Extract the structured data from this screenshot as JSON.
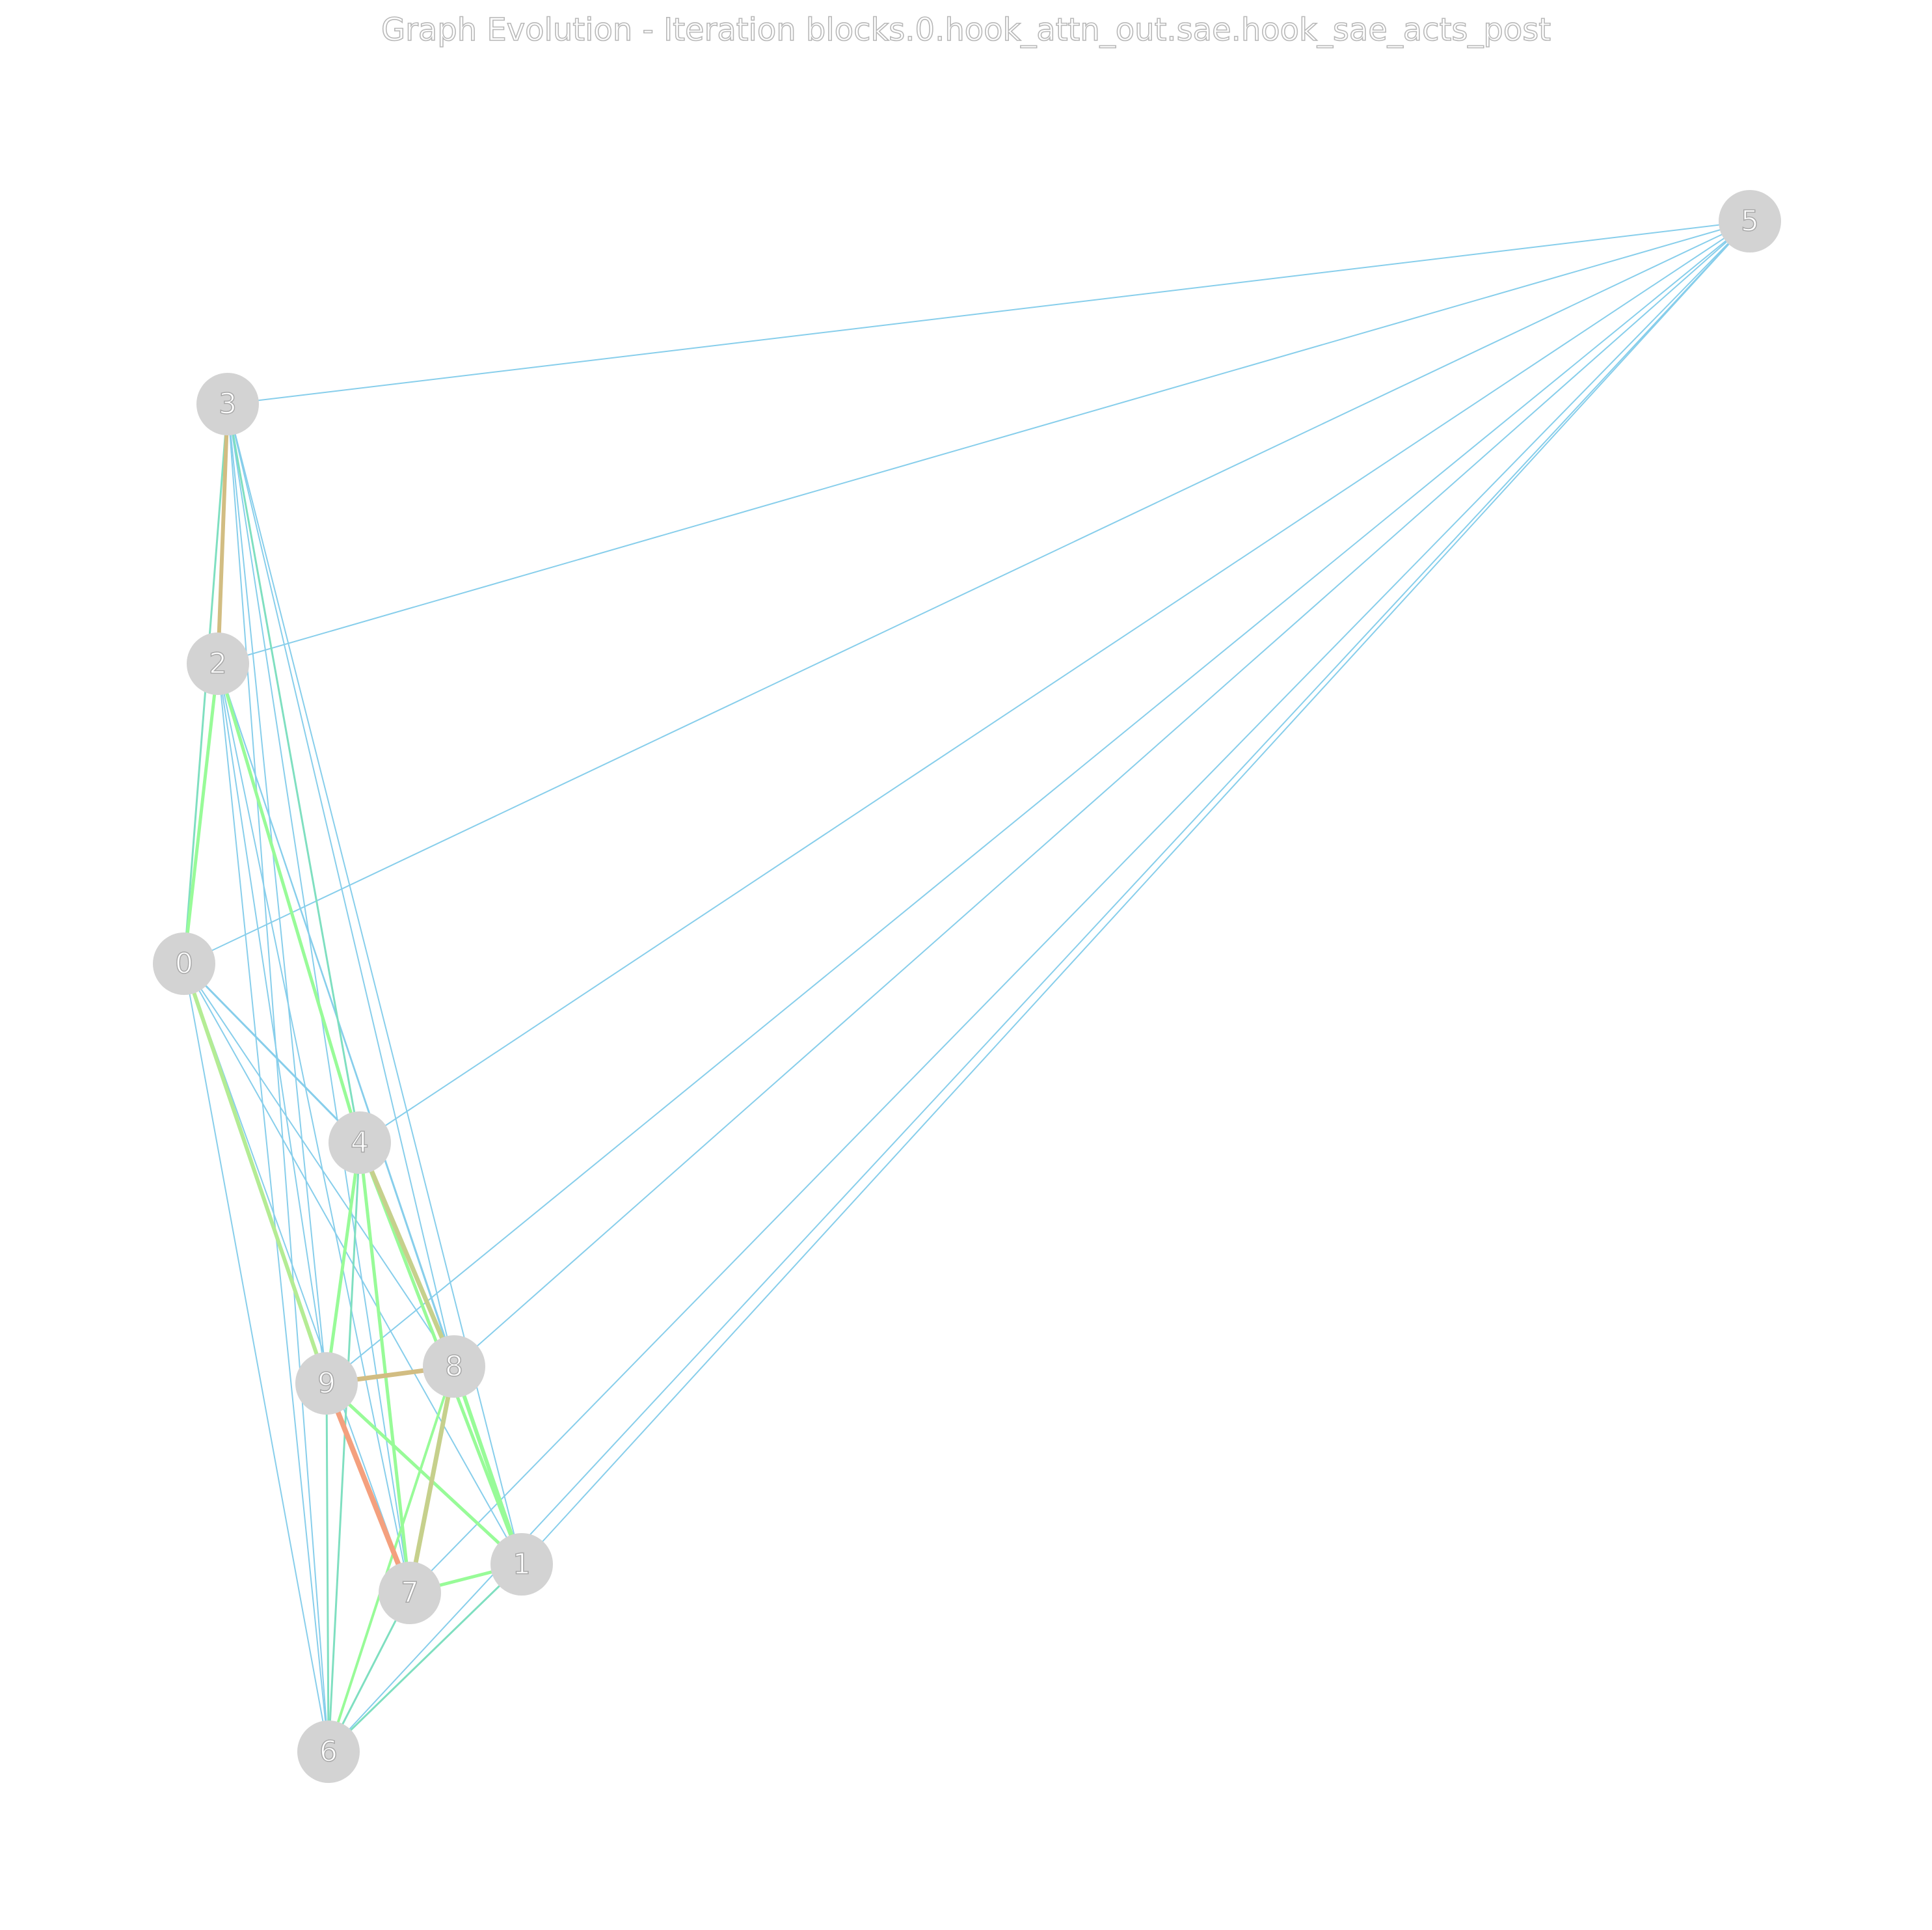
{
  "title": "Graph Evolution - Iteration blocks.0.hook_attn_out.sae.hook_sae_acts_post",
  "colors": {
    "background": "#ffffff",
    "node_fill": "#d3d3d3",
    "edge_weak": "#87ceeb",
    "edge_medium": "#98fb98",
    "edge_teal": "#7fdfc0",
    "edge_light_green": "#b4ec94",
    "edge_tan": "#d2bd82",
    "edge_olive": "#c6d08c",
    "edge_salmon": "#f4a07e"
  },
  "nodes": [
    {
      "id": "0",
      "label": "0"
    },
    {
      "id": "1",
      "label": "1"
    },
    {
      "id": "2",
      "label": "2"
    },
    {
      "id": "3",
      "label": "3"
    },
    {
      "id": "4",
      "label": "4"
    },
    {
      "id": "5",
      "label": "5"
    },
    {
      "id": "6",
      "label": "6"
    },
    {
      "id": "7",
      "label": "7"
    },
    {
      "id": "8",
      "label": "8"
    },
    {
      "id": "9",
      "label": "9"
    }
  ],
  "edges": [
    {
      "source": "5",
      "target": "3",
      "color": "edge_weak",
      "strength": 1
    },
    {
      "source": "5",
      "target": "2",
      "color": "edge_weak",
      "strength": 1
    },
    {
      "source": "5",
      "target": "0",
      "color": "edge_weak",
      "strength": 1
    },
    {
      "source": "5",
      "target": "4",
      "color": "edge_weak",
      "strength": 1
    },
    {
      "source": "5",
      "target": "9",
      "color": "edge_weak",
      "strength": 1
    },
    {
      "source": "5",
      "target": "8",
      "color": "edge_weak",
      "strength": 1
    },
    {
      "source": "5",
      "target": "7",
      "color": "edge_weak",
      "strength": 1
    },
    {
      "source": "5",
      "target": "1",
      "color": "edge_weak",
      "strength": 1
    },
    {
      "source": "5",
      "target": "6",
      "color": "edge_weak",
      "strength": 1
    },
    {
      "source": "3",
      "target": "2",
      "color": "edge_tan",
      "strength": 3
    },
    {
      "source": "3",
      "target": "0",
      "color": "edge_teal",
      "strength": 1.5
    },
    {
      "source": "3",
      "target": "4",
      "color": "edge_teal",
      "strength": 1.5
    },
    {
      "source": "3",
      "target": "9",
      "color": "edge_weak",
      "strength": 1
    },
    {
      "source": "3",
      "target": "8",
      "color": "edge_weak",
      "strength": 1
    },
    {
      "source": "3",
      "target": "7",
      "color": "edge_weak",
      "strength": 1
    },
    {
      "source": "3",
      "target": "1",
      "color": "edge_weak",
      "strength": 1
    },
    {
      "source": "3",
      "target": "6",
      "color": "edge_weak",
      "strength": 1
    },
    {
      "source": "2",
      "target": "0",
      "color": "edge_medium",
      "strength": 2.5
    },
    {
      "source": "2",
      "target": "4",
      "color": "edge_medium",
      "strength": 2.5
    },
    {
      "source": "2",
      "target": "9",
      "color": "edge_weak",
      "strength": 1
    },
    {
      "source": "2",
      "target": "8",
      "color": "edge_weak",
      "strength": 1
    },
    {
      "source": "2",
      "target": "7",
      "color": "edge_weak",
      "strength": 1
    },
    {
      "source": "2",
      "target": "1",
      "color": "edge_weak",
      "strength": 1
    },
    {
      "source": "2",
      "target": "6",
      "color": "edge_weak",
      "strength": 1
    },
    {
      "source": "0",
      "target": "4",
      "color": "edge_weak",
      "strength": 1.5
    },
    {
      "source": "0",
      "target": "9",
      "color": "edge_light_green",
      "strength": 3
    },
    {
      "source": "0",
      "target": "8",
      "color": "edge_weak",
      "strength": 1
    },
    {
      "source": "0",
      "target": "7",
      "color": "edge_weak",
      "strength": 1
    },
    {
      "source": "0",
      "target": "1",
      "color": "edge_weak",
      "strength": 1
    },
    {
      "source": "0",
      "target": "6",
      "color": "edge_weak",
      "strength": 1
    },
    {
      "source": "4",
      "target": "8",
      "color": "edge_olive",
      "strength": 3.5
    },
    {
      "source": "4",
      "target": "9",
      "color": "edge_medium",
      "strength": 2.5
    },
    {
      "source": "4",
      "target": "7",
      "color": "edge_medium",
      "strength": 2.5
    },
    {
      "source": "4",
      "target": "1",
      "color": "edge_medium",
      "strength": 2.5
    },
    {
      "source": "4",
      "target": "6",
      "color": "edge_teal",
      "strength": 1.5
    },
    {
      "source": "9",
      "target": "8",
      "color": "edge_tan",
      "strength": 3.5
    },
    {
      "source": "9",
      "target": "7",
      "color": "edge_salmon",
      "strength": 4
    },
    {
      "source": "9",
      "target": "1",
      "color": "edge_medium",
      "strength": 2.5
    },
    {
      "source": "9",
      "target": "6",
      "color": "edge_teal",
      "strength": 1.5
    },
    {
      "source": "8",
      "target": "7",
      "color": "edge_olive",
      "strength": 3.5
    },
    {
      "source": "8",
      "target": "1",
      "color": "edge_medium",
      "strength": 3
    },
    {
      "source": "8",
      "target": "6",
      "color": "edge_medium",
      "strength": 2
    },
    {
      "source": "7",
      "target": "1",
      "color": "edge_medium",
      "strength": 2.5
    },
    {
      "source": "7",
      "target": "6",
      "color": "edge_teal",
      "strength": 1.5
    },
    {
      "source": "1",
      "target": "6",
      "color": "edge_teal",
      "strength": 1.5
    }
  ]
}
